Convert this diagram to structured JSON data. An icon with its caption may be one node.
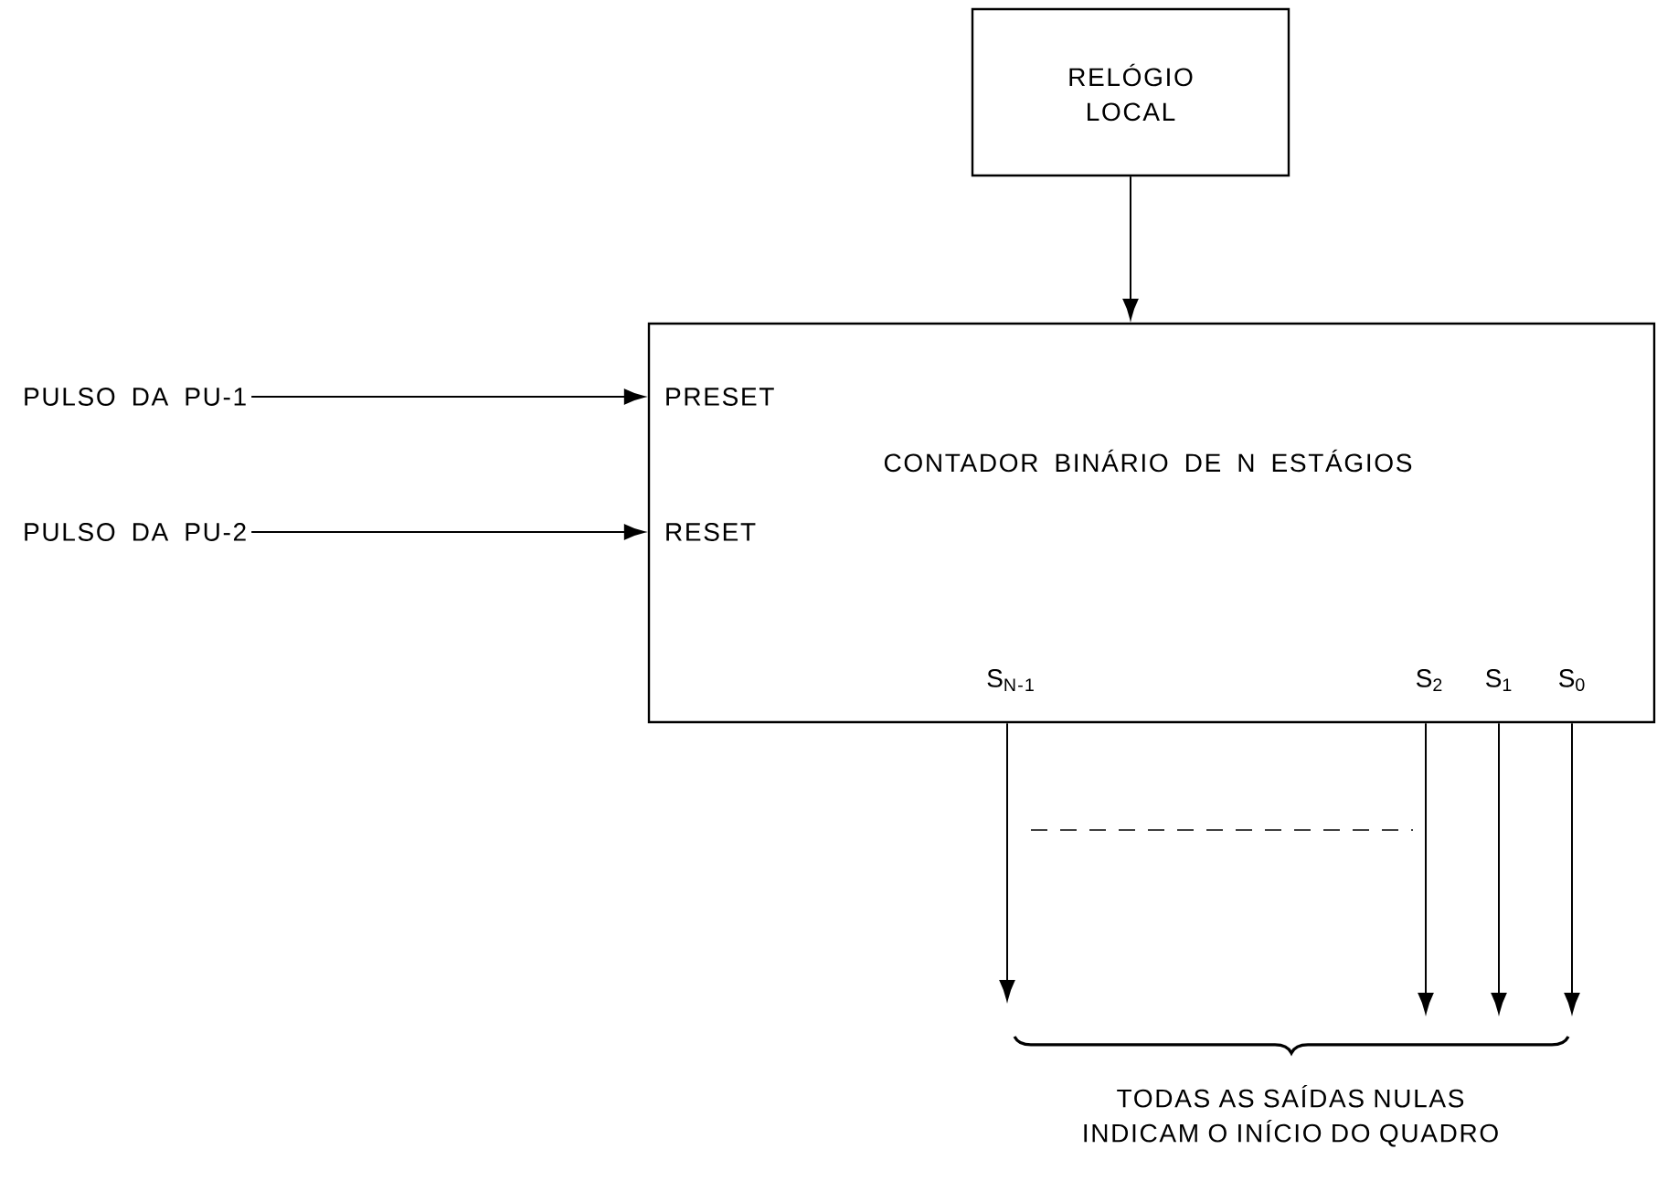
{
  "diagram": {
    "nodes": [
      {
        "text": [
          "RELÓGIO LOCAL"
        ]
      },
      {
        "text": [
          "PRESET",
          "CONTADOR BINÁRIO DE N ESTÁGIOS",
          "RESET",
          "S$_{N-1}$",
          "S$_{2}$",
          "S$_{1}$",
          "S$_{0}$"
        ]
      },
      {
        "text": [
          "PULSO DA PU-1"
        ]
      },
      {
        "text": [
          "PULSO DA PU-2"
        ]
      }
    ],
    "edges": [
      {
        "from": 0,
        "to": 1,
        "arrow": "to"
      },
      {
        "from": 2,
        "to": 1,
        "arrow": "to"
      },
      {
        "from": 3,
        "to": 1,
        "arrow": "to"
      },
      {
        "from": 1,
        "to": null,
        "arrow": "to"
      },
      {
        "from": 1,
        "to": null,
        "arrow": "to"
      },
      {
        "from": 1,
        "to": null,
        "arrow": "to"
      },
      {
        "from": 1,
        "to": null,
        "arrow": "to"
      }
    ],
    "labels": [
      "TODAS AS SAÍDAS NULAS INDICAM O INÍCIO DO QUADRO"
    ]
  }
}
